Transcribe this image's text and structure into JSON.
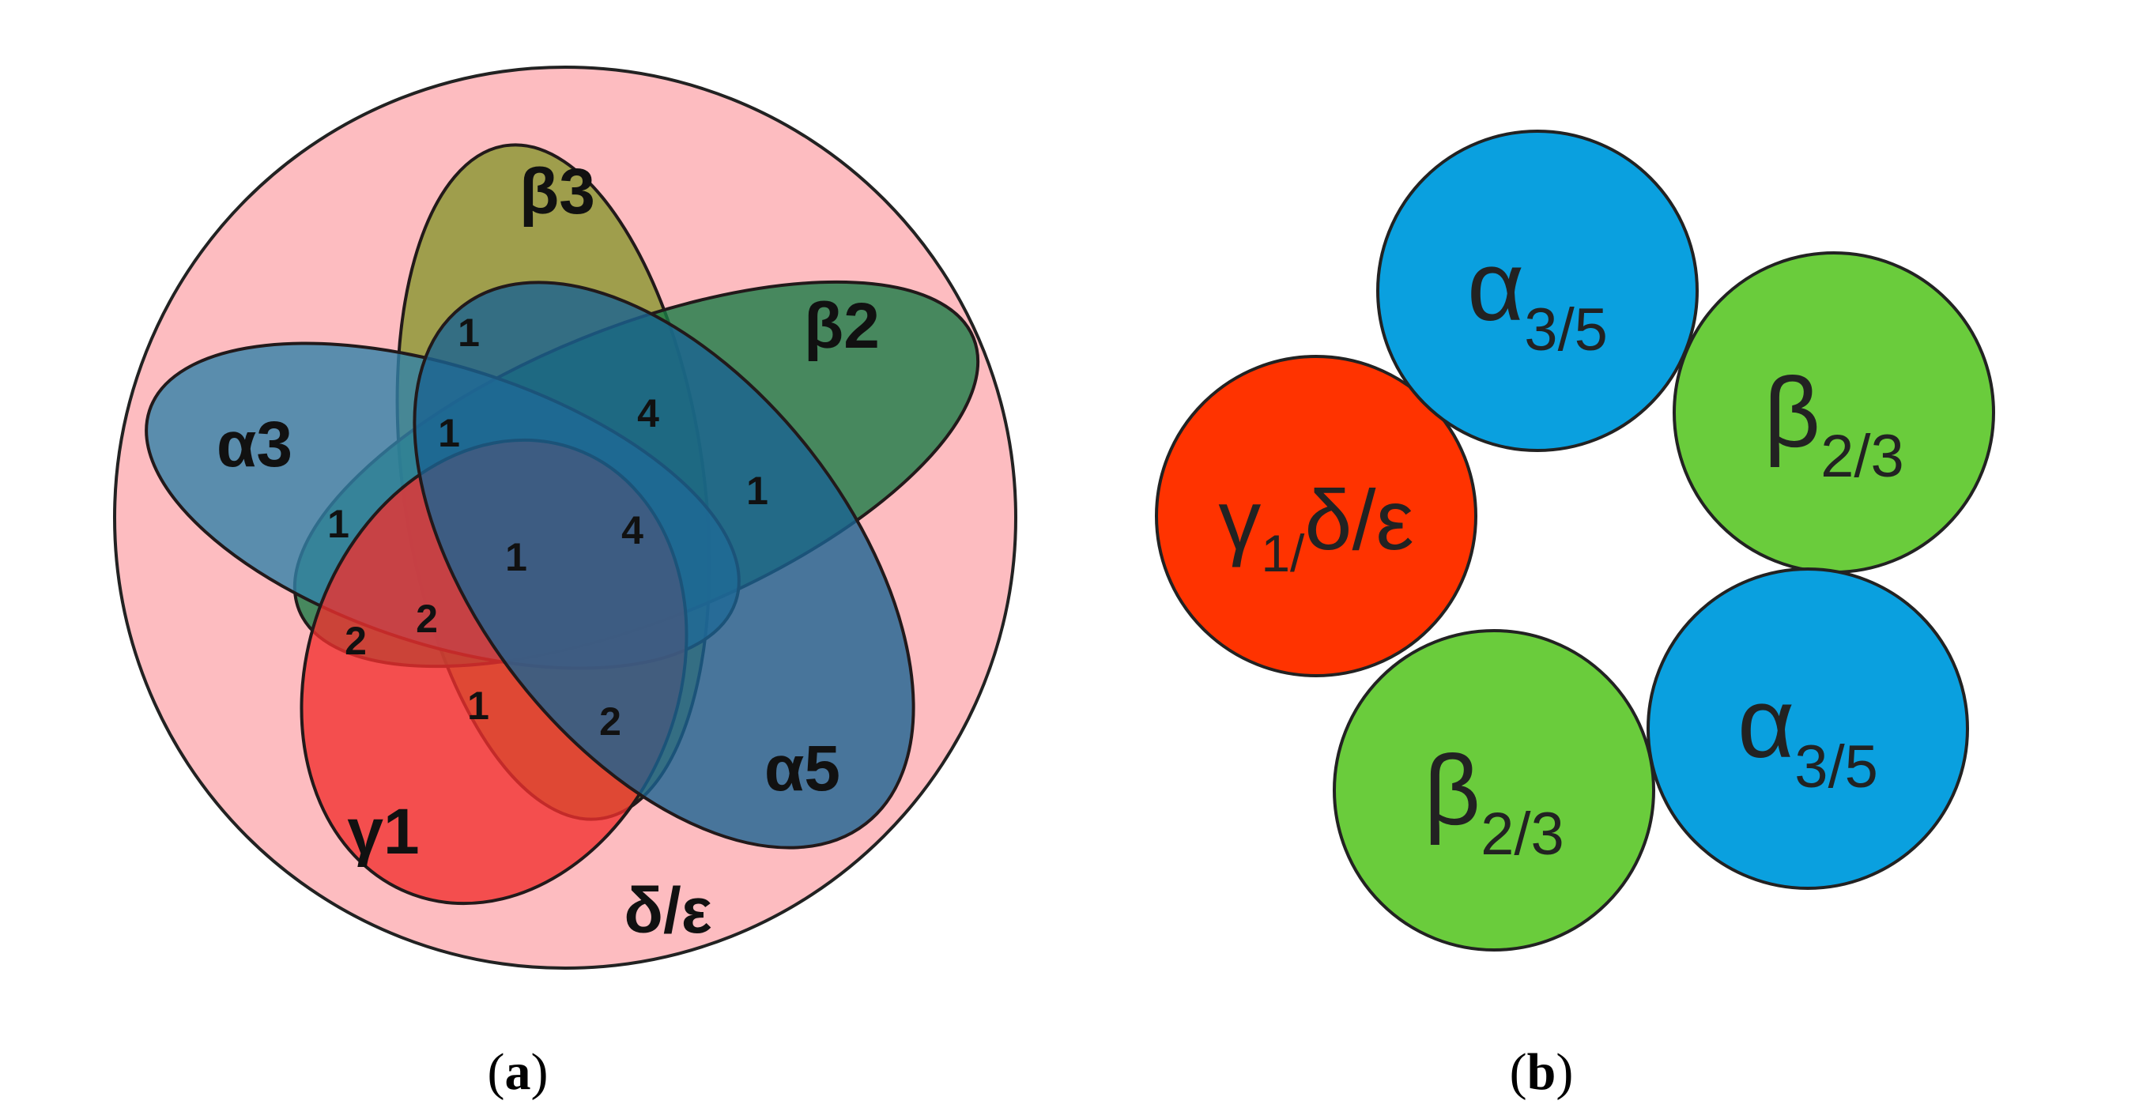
{
  "venn": {
    "outer_label": "δ/ε",
    "sets": [
      {
        "id": "beta3",
        "label": "β3",
        "color": "#7ecb3d"
      },
      {
        "id": "beta2",
        "label": "β2",
        "color": "#1aaa5c"
      },
      {
        "id": "alpha3",
        "label": "α3",
        "color": "#29a9dc"
      },
      {
        "id": "gamma1",
        "label": "γ1",
        "color": "#f0302e"
      },
      {
        "id": "alpha5",
        "label": "α5",
        "color": "#1a86c2"
      }
    ],
    "counts": [
      "1",
      "1",
      "4",
      "1",
      "1",
      "4",
      "1",
      "2",
      "2",
      "1",
      "2"
    ],
    "outer_color": "#fdbcc0"
  },
  "subunits": {
    "circles": [
      {
        "symbol": "α",
        "sub": "3/5",
        "color": "#0aa0df"
      },
      {
        "symbol": "β",
        "sub": "2/3",
        "color": "#6acc3c"
      },
      {
        "symbol": "α",
        "sub": "3/5",
        "color": "#0aa0df"
      },
      {
        "symbol": "β",
        "sub": "2/3",
        "color": "#6acc3c"
      }
    ],
    "gamma_circle": {
      "symbol": "γ",
      "sub": "1/",
      "rest": "δ/ε",
      "color": "#ff3300"
    }
  },
  "captions": {
    "a": {
      "open": "(",
      "letter": "a",
      "close": ")"
    },
    "b": {
      "open": "(",
      "letter": "b",
      "close": ")"
    }
  }
}
